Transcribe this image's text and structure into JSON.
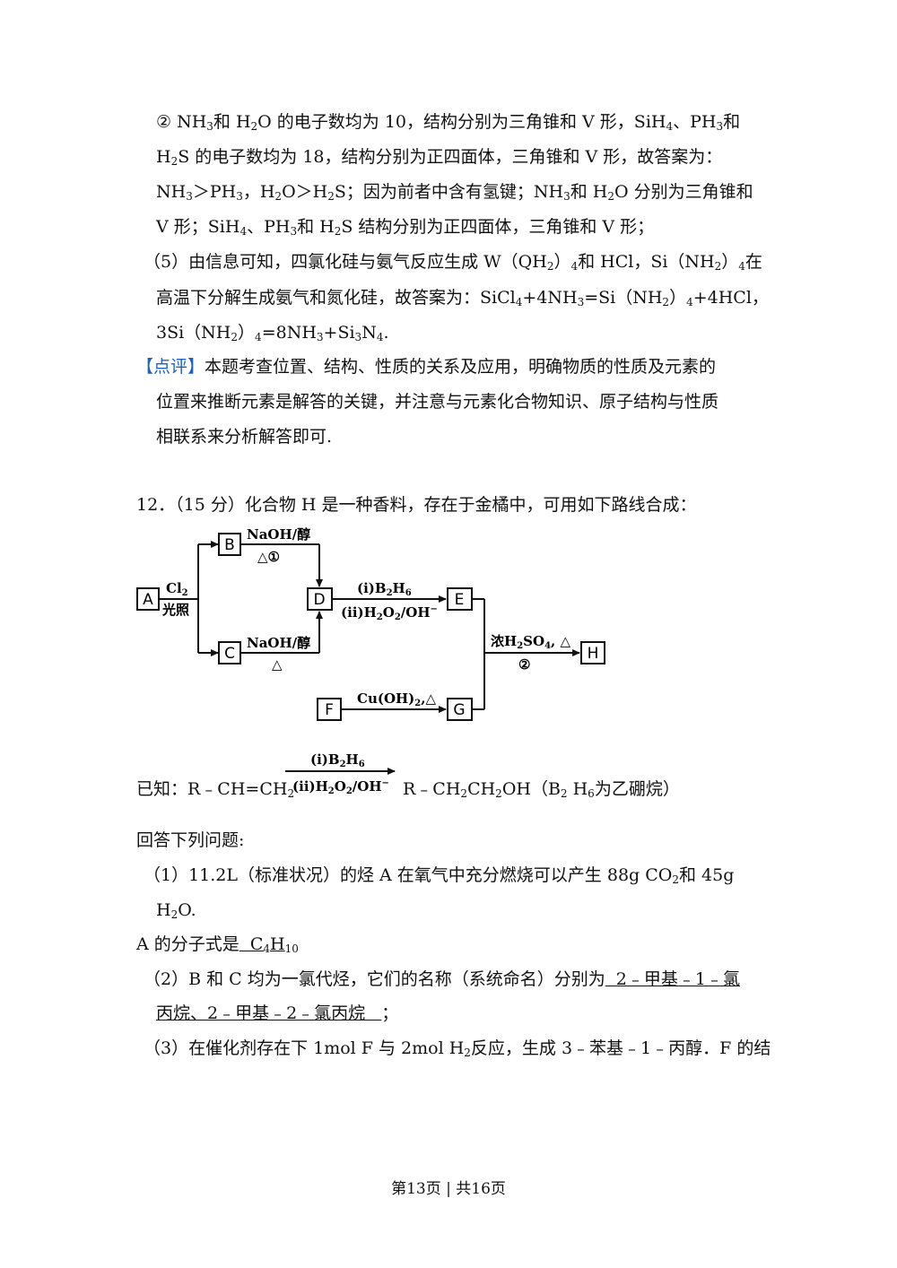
{
  "para4b": {
    "l1": [
      "② NH",
      "3",
      "和 H",
      "2",
      "O 的电子数均为 10，结构分别为三角锥和 V 形，SiH",
      "4",
      "、PH",
      "3",
      "和"
    ],
    "l2": [
      "H",
      "2",
      "S 的电子数均为 18，结构分别为正四面体，三角锥和 V 形，故答案为："
    ],
    "l3": [
      "NH",
      "3",
      "＞PH",
      "3",
      "，H",
      "2",
      "O＞H",
      "2",
      "S；因为前者中含有氢键；NH",
      "3",
      "和 H",
      "2",
      "O 分别为三角锥和"
    ],
    "l4": [
      "V 形；SiH",
      "4",
      "、PH",
      "3",
      "和 H",
      "2",
      "S 结构分别为正四面体，三角锥和 V 形；"
    ]
  },
  "para5": {
    "l1": [
      "（5）由信息可知，四氯化硅与氨气反应生成 W（QH",
      "2",
      "）",
      "4",
      "和 HCl，Si（NH",
      "2",
      "）",
      "4",
      "在"
    ],
    "l2": [
      "高温下分解生成氨气和氮化硅，故答案为：SiCl",
      "4",
      "+4NH",
      "3",
      "=Si（NH",
      "2",
      "）",
      "4",
      "+4HCl，"
    ],
    "l3": [
      "3Si（NH",
      "2",
      "）",
      "4",
      "=8NH",
      "3",
      "+Si",
      "3",
      "N",
      "4",
      "."
    ]
  },
  "comment": {
    "tag": "【点评】",
    "l1": "本题考查位置、结构、性质的关系及应用，明确物质的性质及元素的",
    "l2": "位置来推断元素是解答的关键，并注意与元素化合物知识、原子结构与性质",
    "l3": "相联系来分析解答即可."
  },
  "q12": {
    "header": "12．（15 分）化合物 H 是一种香料，存在于金橘中，可用如下路线合成：",
    "diagram": {
      "nodes": [
        "A",
        "B",
        "C",
        "D",
        "E",
        "F",
        "G",
        "H"
      ],
      "a_reagent": [
        "Cl",
        "2"
      ],
      "a_condition": "光照",
      "b_reagent": "NaOH/醇",
      "b_condition": "△①",
      "c_reagent": "NaOH/醇",
      "c_condition": "△",
      "d_reagent1": [
        "(ⅰ)B",
        "2",
        "H",
        "6"
      ],
      "d_reagent2": [
        "(ⅱ)H",
        "2",
        "O",
        "2",
        "/OH",
        "−"
      ],
      "f_reagent": [
        "Cu(OH)",
        "2",
        ",△"
      ],
      "h_reagent": [
        "浓H",
        "2",
        "SO",
        "4",
        ", △"
      ],
      "h_condition": "②"
    },
    "known": {
      "prefix": "已知：R﹣CH=CH",
      "prefix_sub": "2",
      "arrow_top": [
        "(ⅰ)B",
        "2",
        "H",
        "6"
      ],
      "arrow_bottom": [
        "(ⅱ)H",
        "2",
        "O",
        "2",
        "/OH",
        "−"
      ],
      "suffix": [
        "R﹣CH",
        "2",
        "CH",
        "2",
        "OH（B",
        "2",
        " H",
        "6",
        "为乙硼烷）"
      ]
    },
    "answer_intro": "回答下列问题:",
    "p1": {
      "l1": [
        "（1）11.2L（标准状况）的烃 A 在氧气中充分燃烧可以产生 88g CO",
        "2",
        "和 45g"
      ],
      "l2": [
        "H",
        "2",
        "O."
      ]
    },
    "a_formula": {
      "label": "A 的分子式是",
      "answer": [
        "  C",
        "4",
        "H",
        "10"
      ]
    },
    "p2": {
      "l1": "（2）B 和 C 均为一氯代烃，它们的名称（系统命名）分别为",
      "l1_answer": "  2﹣甲基﹣1﹣氯",
      "l2_answer": "丙烷、2﹣甲基﹣2﹣氯丙烷   ",
      "l2_end": "；"
    },
    "p3": {
      "l1": [
        "（3）在催化剂存在下 1mol F 与 2mol H",
        "2",
        "反应，生成 3﹣苯基﹣1﹣丙醇．F 的结"
      ]
    }
  },
  "footer": "第13页 | 共16页"
}
